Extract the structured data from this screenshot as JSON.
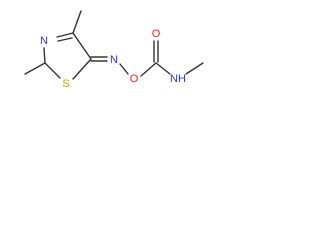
{
  "structure": {
    "colors": {
      "bond": "#333333",
      "nitrogen": "#3333ff",
      "sulfur": "#b3b300",
      "oxygen": "#ff2020",
      "carbon": "#333333"
    },
    "atoms": [
      {
        "id": "N_ring",
        "label": "N"
      },
      {
        "id": "S_ring",
        "label": "S"
      },
      {
        "id": "N_oxime",
        "label": "N"
      },
      {
        "id": "O_link",
        "label": "O"
      },
      {
        "id": "O_carbonyl",
        "label": "O"
      },
      {
        "id": "N_amide",
        "label": "NH"
      }
    ]
  }
}
